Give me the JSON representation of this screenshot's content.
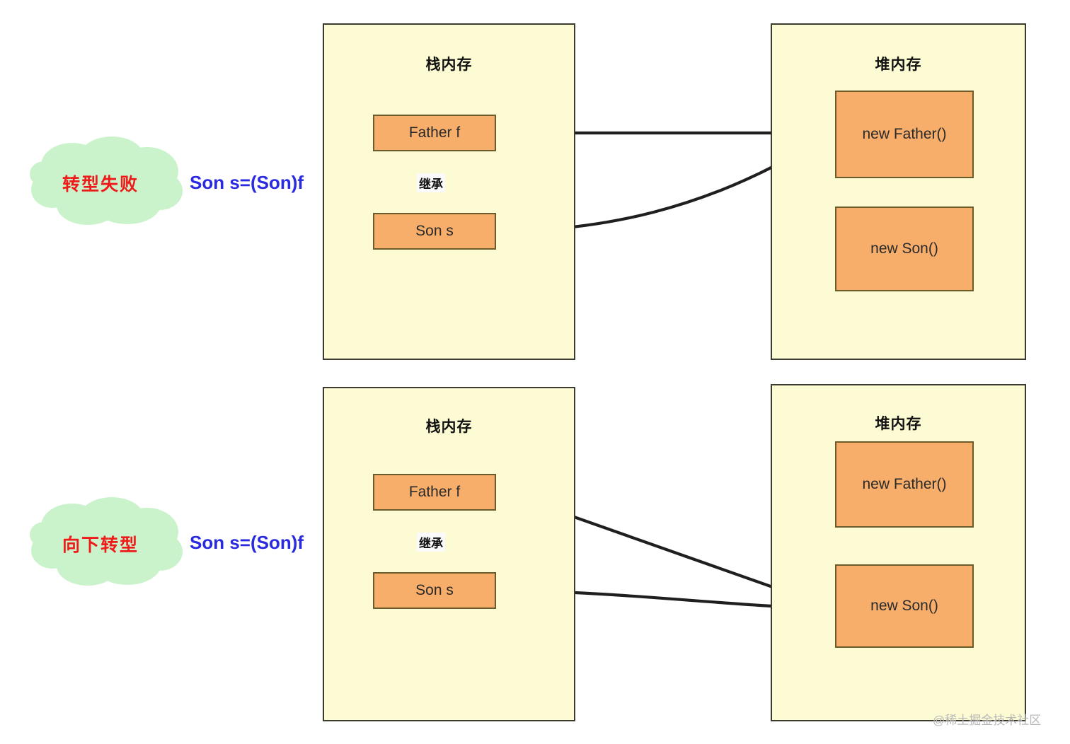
{
  "diagram": {
    "title_hidden": "",
    "colors": {
      "panel_fill": "#FCFBD3",
      "panel_border": "#3b3a2e",
      "box_fill": "#F7AE6B",
      "box_border": "#6b5a2a",
      "cloud_fill": "#CBF3CB",
      "cloud_text": "#EF1B1B",
      "expr_text": "#2A2AE0",
      "arrow": "#1f1f1f",
      "watermark": "#B9B9B9"
    }
  },
  "watermark": {
    "text": "@稀土掘金技术社区"
  },
  "panels": [
    {
      "id": "top",
      "label": "转型失败",
      "expression": "Son s=(Son)f",
      "stack": {
        "title": "栈内存",
        "vars": [
          {
            "name": "Father f"
          },
          {
            "name": "Son s"
          }
        ],
        "relation_label": "继承"
      },
      "heap": {
        "title": "堆内存",
        "objects": [
          {
            "name": "new Father()"
          },
          {
            "name": "new Son()"
          }
        ]
      },
      "references": [
        {
          "from": "Father f",
          "to": "new Father()"
        },
        {
          "from": "Son s",
          "to": "new Father()"
        }
      ]
    },
    {
      "id": "bottom",
      "label": "向下转型",
      "expression": "Son s=(Son)f",
      "stack": {
        "title": "栈内存",
        "vars": [
          {
            "name": "Father f"
          },
          {
            "name": "Son s"
          }
        ],
        "relation_label": "继承"
      },
      "heap": {
        "title": "堆内存",
        "objects": [
          {
            "name": "new Father()"
          },
          {
            "name": "new Son()"
          }
        ]
      },
      "references": [
        {
          "from": "Father f",
          "to": "new Son()"
        },
        {
          "from": "Son s",
          "to": "new Son()"
        }
      ]
    }
  ]
}
